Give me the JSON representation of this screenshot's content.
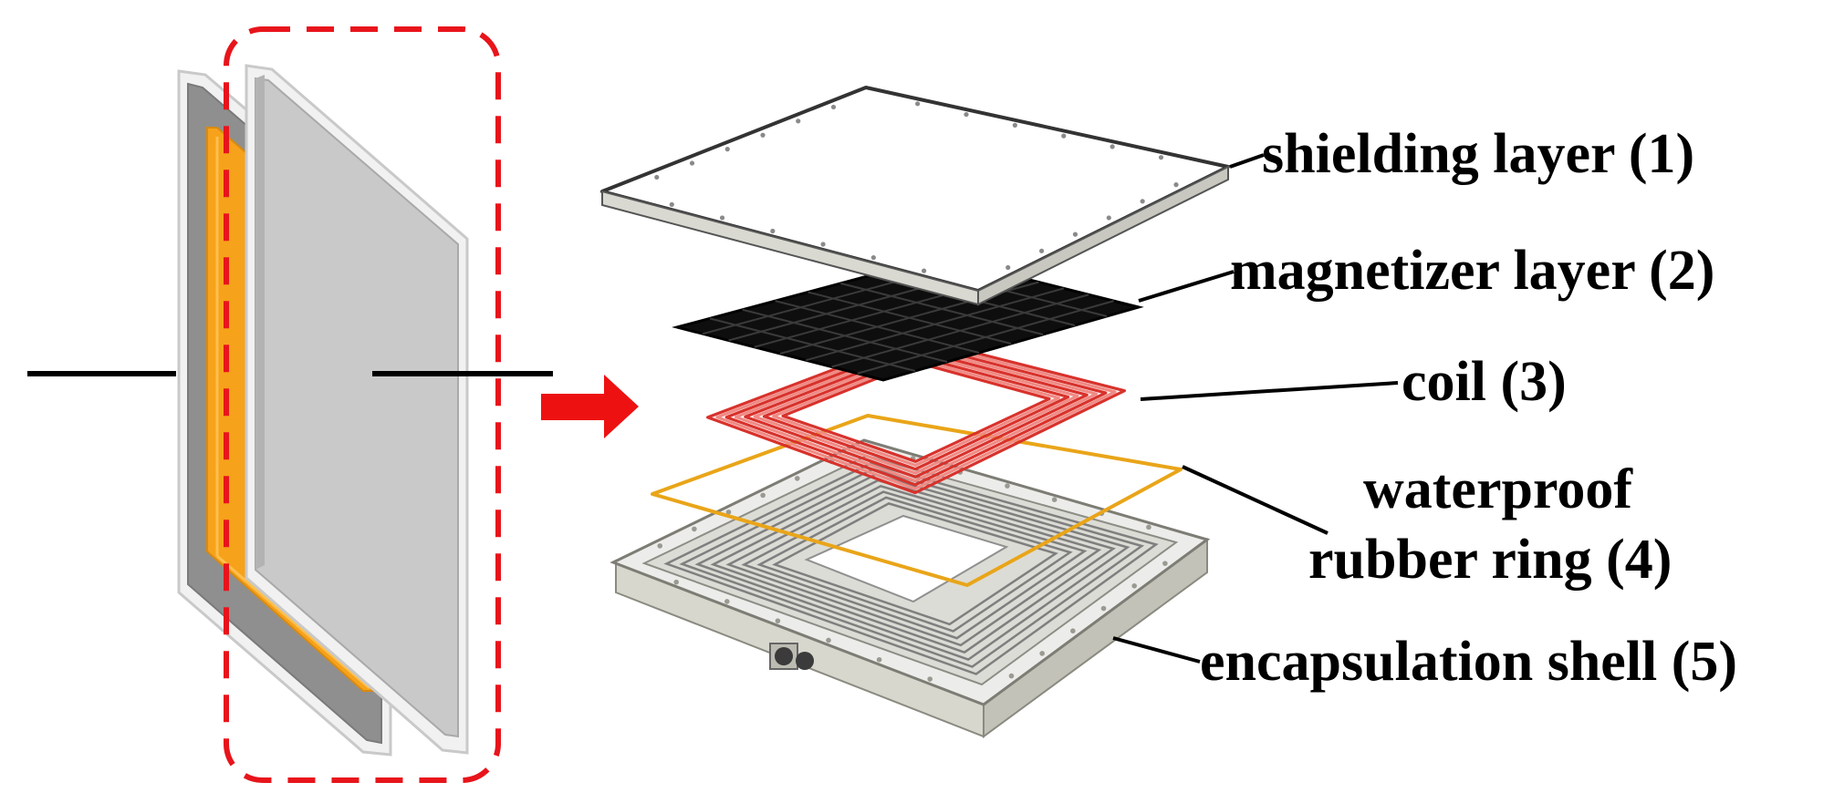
{
  "labels": {
    "shielding_layer": "shielding layer (1)",
    "magnetizer_layer": "magnetizer layer (2)",
    "coil": "coil (3)",
    "waterproof_line1": "waterproof",
    "waterproof_line2": "rubber ring (4)",
    "encapsulation_shell": "encapsulation shell (5)"
  },
  "colors": {
    "highlight_box": "#e8141b",
    "arrow": "#ee1111",
    "plate_gray": "#c4c4c4",
    "plate_dark": "#8f8f8f",
    "coil_orange": "#f7a21b",
    "coil_red": "#e0403a",
    "rubber_ring": "#e9a519",
    "magnetizer_black": "#151515",
    "leader_line": "#000000"
  },
  "magnetizer_grid": {
    "rows": 8,
    "cols": 8
  },
  "coil_turns": 9,
  "shell_grooves": 8
}
